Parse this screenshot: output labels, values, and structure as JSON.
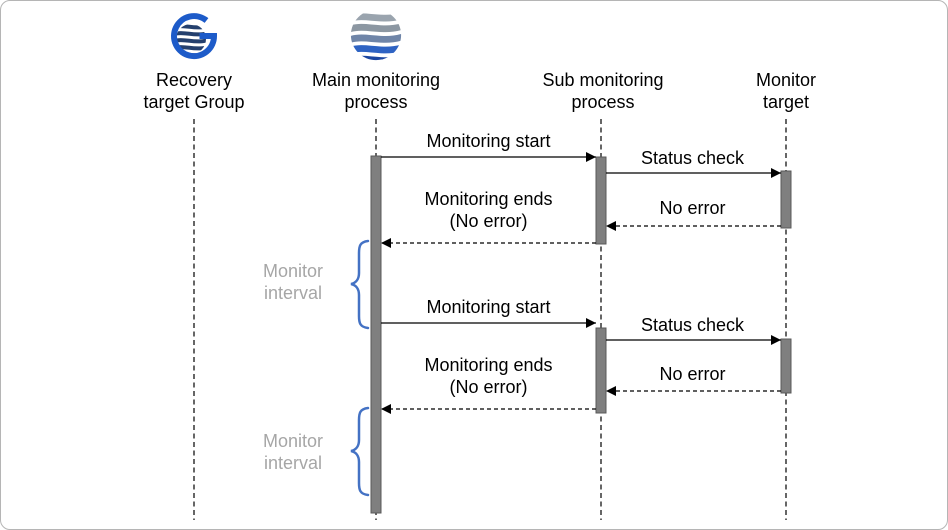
{
  "figure": {
    "type": "sequence-diagram",
    "actors": [
      {
        "label": "Recovery\ntarget Group"
      },
      {
        "label": "Main monitoring\nprocess"
      },
      {
        "label": "Sub monitoring\nprocess"
      },
      {
        "label": "Monitor\ntarget"
      }
    ],
    "messages": [
      {
        "label": "Monitoring start",
        "from": "Main monitoring process",
        "to": "Sub monitoring process",
        "line": "solid"
      },
      {
        "label": "Status check",
        "from": "Sub monitoring process",
        "to": "Monitor target",
        "line": "solid"
      },
      {
        "label": "No error",
        "from": "Monitor target",
        "to": "Sub monitoring process",
        "line": "dashed"
      },
      {
        "label": "Monitoring ends\n(No error)",
        "from": "Sub monitoring process",
        "to": "Main monitoring process",
        "line": "dashed"
      },
      {
        "label": "Monitoring start",
        "from": "Main monitoring process",
        "to": "Sub monitoring process",
        "line": "solid"
      },
      {
        "label": "Status check",
        "from": "Sub monitoring process",
        "to": "Monitor target",
        "line": "solid"
      },
      {
        "label": "No error",
        "from": "Monitor target",
        "to": "Sub monitoring process",
        "line": "dashed"
      },
      {
        "label": "Monitoring ends\n(No error)",
        "from": "Sub monitoring process",
        "to": "Main monitoring process",
        "line": "dashed"
      }
    ],
    "intervals": [
      {
        "label": "Monitor\ninterval"
      },
      {
        "label": "Monitor\ninterval"
      }
    ],
    "icons": [
      {
        "name": "striped-globe-g-icon"
      },
      {
        "name": "wave-globe-icon"
      }
    ],
    "colors": {
      "activation_bar": "#7F7F7F",
      "activation_bar_border": "#595959",
      "brace": "#4472C4",
      "interval_text": "#A6A6A6",
      "line": "#000000",
      "logo_blue": "#1D5BC9",
      "logo_navy": "#24406E"
    }
  }
}
